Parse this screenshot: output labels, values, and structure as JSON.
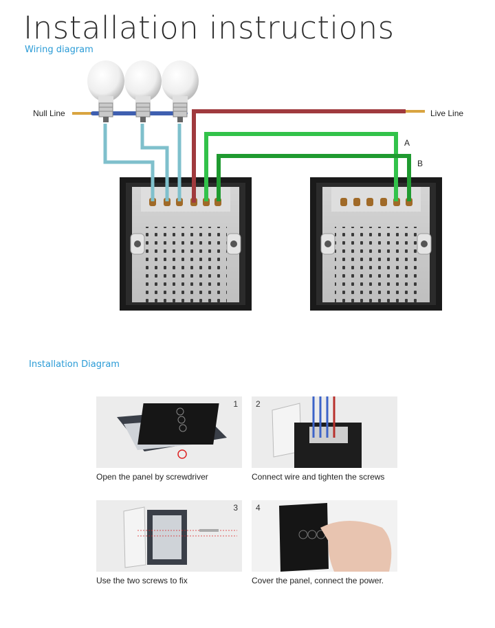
{
  "title": "Installation instructions",
  "wiring_subtitle": "Wiring diagram",
  "wiring": {
    "null_line_label": "Null Line",
    "live_line_label": "Live Line",
    "wire_a_label": "A",
    "wire_b_label": "B",
    "colors": {
      "null_wire": "#3f5fb0",
      "live_wire": "#a03a3e",
      "lamp_wire": "#7fc0cc",
      "traveler_wire": "#32c24a",
      "accent": "#2a9bd6"
    }
  },
  "installation_subtitle": "Installation Diagram",
  "steps": [
    {
      "number": "1",
      "caption": "Open the panel by screwdriver"
    },
    {
      "number": "2",
      "caption": "Connect wire and tighten the screws"
    },
    {
      "number": "3",
      "caption": "Use the two screws to fix"
    },
    {
      "number": "4",
      "caption": "Cover the panel, connect the power."
    }
  ]
}
